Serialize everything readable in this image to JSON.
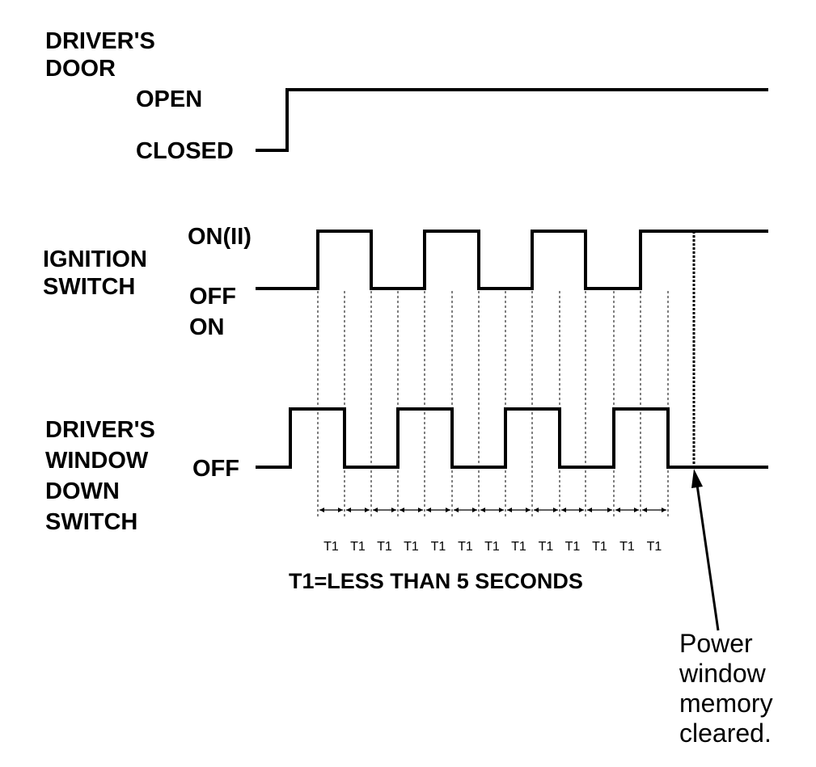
{
  "door": {
    "title_line1": "DRIVER'S",
    "title_line2": "DOOR",
    "state_open": "OPEN",
    "state_closed": "CLOSED"
  },
  "ignition": {
    "title_line1": "IGNITION",
    "title_line2": "SWITCH",
    "state_on": "ON(II)",
    "state_off": "OFF"
  },
  "window_switch": {
    "title_line1": "DRIVER'S",
    "title_line2": "WINDOW",
    "title_line3": "DOWN",
    "title_line4": "SWITCH",
    "state_on": "ON",
    "state_off": "OFF"
  },
  "interval_label": "T1",
  "interval_count": 13,
  "legend": "T1=LESS THAN 5 SECONDS",
  "note": {
    "line1": "Power",
    "line2": "window",
    "line3": "memory",
    "line4": "cleared."
  },
  "colors": {
    "ink": "#000000",
    "background": "#ffffff"
  }
}
